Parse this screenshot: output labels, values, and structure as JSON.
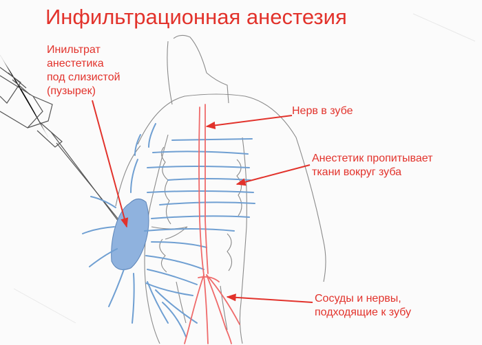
{
  "title": "Инфильтрационная анестезия",
  "labels": {
    "infiltrate": "Инильтрат\nанестетика\nпод слизистой\n(пузырек)",
    "nerve": "Нерв в зубе",
    "anesthetic": "Анестетик пропитывает\nткани вокруг зуба",
    "vessels": "Сосуды и нервы,\nподходящие к зубу"
  },
  "colors": {
    "label_red": "#e2322b",
    "nerve_red": "#ef6a6a",
    "anesthetic_blue": "#6f9fd2",
    "bubble_blue": "#8fb2de",
    "sketch_gray": "#8a8a8a"
  }
}
